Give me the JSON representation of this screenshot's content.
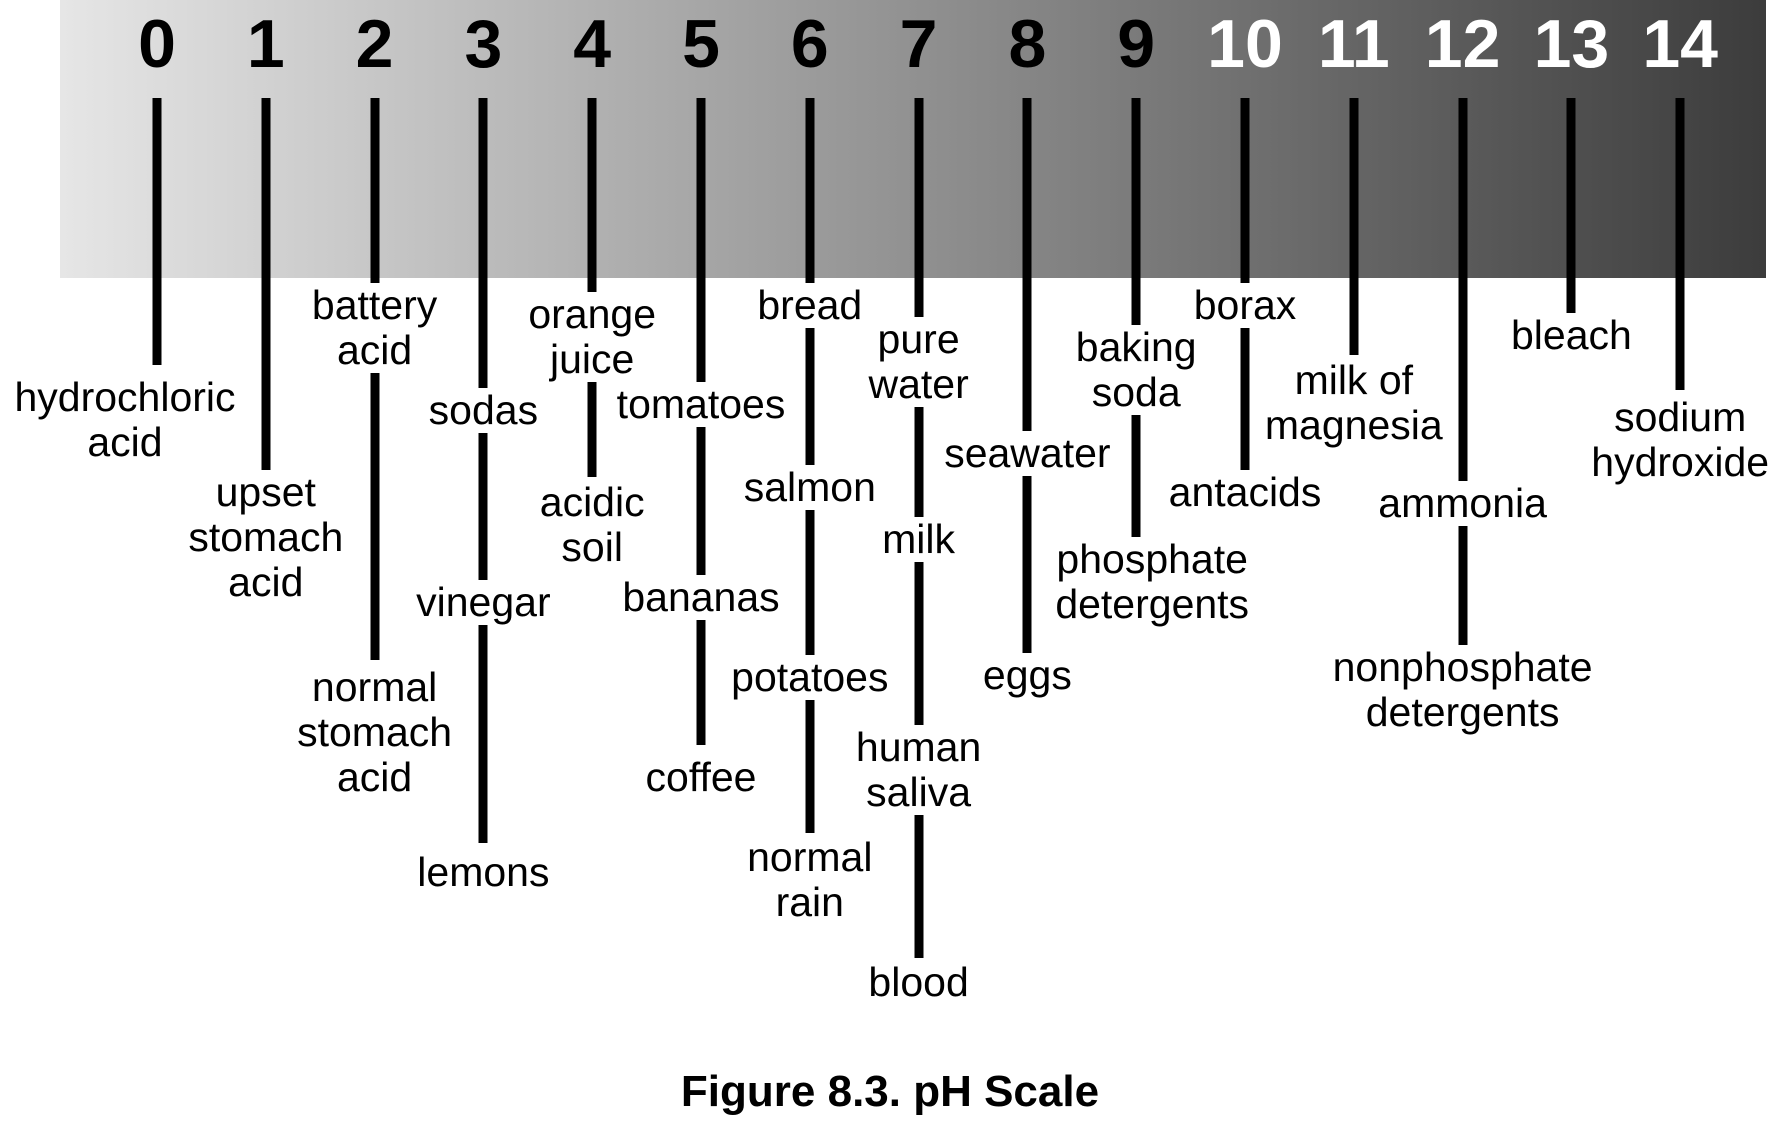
{
  "caption": "Figure 8.3. pH Scale",
  "colors": {
    "gradient_start": "#e6e6e6",
    "gradient_end": "#3c3c3c",
    "number_dark": "#000000",
    "number_light": "#ffffff",
    "line": "#000000"
  },
  "scale": [
    {
      "value": "0",
      "substances": [
        "hydrochloric\nacid"
      ]
    },
    {
      "value": "1",
      "substances": [
        "upset\nstomach\nacid"
      ]
    },
    {
      "value": "2",
      "substances": [
        "battery\nacid",
        "normal\nstomach\nacid"
      ]
    },
    {
      "value": "3",
      "substances": [
        "sodas",
        "vinegar",
        "lemons"
      ]
    },
    {
      "value": "4",
      "substances": [
        "orange\njuice",
        "acidic\nsoil"
      ]
    },
    {
      "value": "5",
      "substances": [
        "tomatoes",
        "bananas",
        "coffee"
      ]
    },
    {
      "value": "6",
      "substances": [
        "bread",
        "salmon",
        "potatoes",
        "normal\nrain"
      ]
    },
    {
      "value": "7",
      "substances": [
        "pure\nwater",
        "milk",
        "human\nsaliva",
        "blood"
      ]
    },
    {
      "value": "8",
      "substances": [
        "seawater",
        "eggs"
      ]
    },
    {
      "value": "9",
      "substances": [
        "baking\nsoda",
        "phosphate\ndetergents"
      ]
    },
    {
      "value": "10",
      "substances": [
        "borax",
        "antacids"
      ]
    },
    {
      "value": "11",
      "substances": [
        "milk of\nmagnesia"
      ]
    },
    {
      "value": "12",
      "substances": [
        "ammonia",
        "nonphosphate\ndetergents"
      ]
    },
    {
      "value": "13",
      "substances": [
        "bleach"
      ]
    },
    {
      "value": "14",
      "substances": [
        "sodium\nhydroxide"
      ]
    }
  ]
}
